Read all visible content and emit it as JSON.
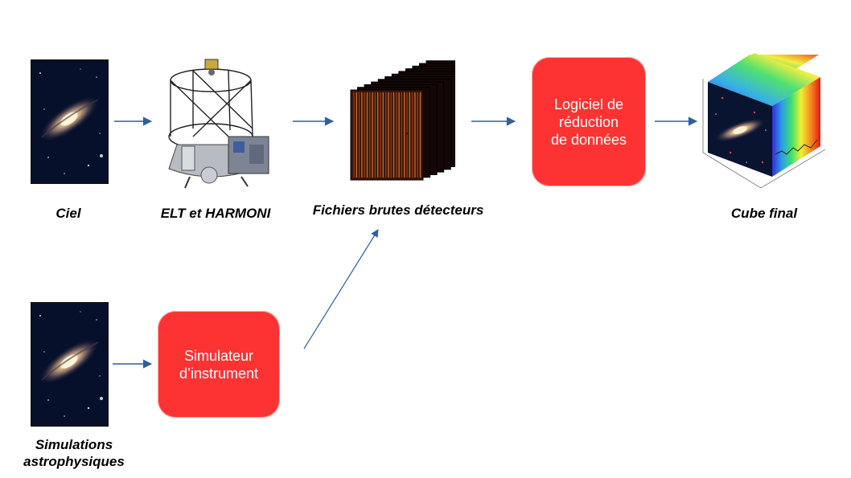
{
  "captions": {
    "sky": "Ciel",
    "telescope": "ELT et HARMONI",
    "raw_files": "Fichiers brutes détecteurs",
    "final_cube": "Cube final",
    "simulations_line1": "Simulations",
    "simulations_line2": "astrophysiques"
  },
  "boxes": {
    "reduction_line1": "Logiciel de",
    "reduction_line2": "réduction",
    "reduction_line3": "de données",
    "simulator_line1": "Simulateur",
    "simulator_line2": "d’instrument"
  },
  "colors": {
    "box_fill": "#fd3333",
    "arrow": "#2f5f9f",
    "detector_frame": "#b8561c"
  },
  "icons": {
    "galaxy": "galaxy-image",
    "telescope": "telescope-instrument-image",
    "detector_stack": "detector-frames-stack",
    "data_cube": "rainbow-data-cube"
  }
}
